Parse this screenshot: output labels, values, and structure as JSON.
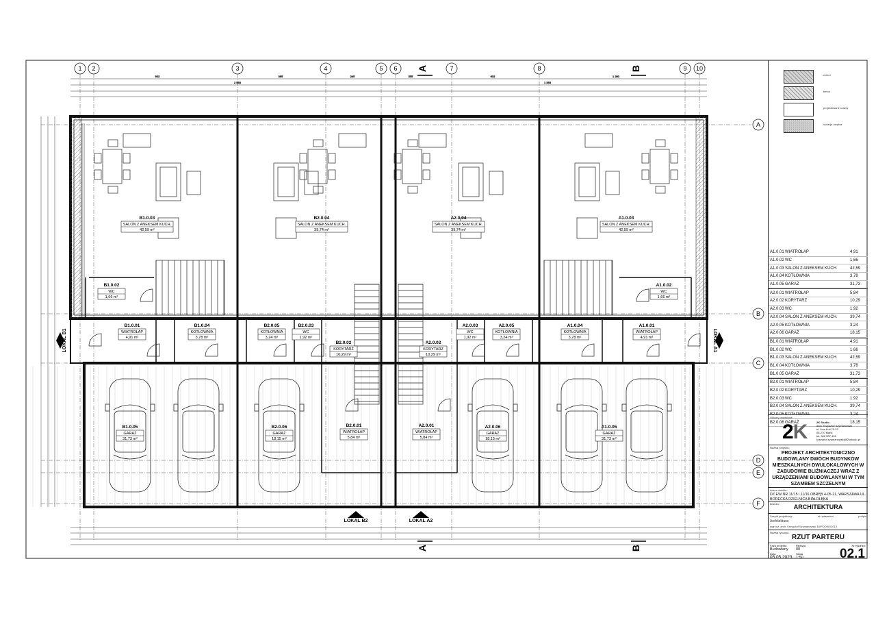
{
  "axes_top": [
    "1",
    "2",
    "3",
    "4",
    "5",
    "6",
    "7",
    "8",
    "9",
    "10"
  ],
  "axes_right": [
    "A",
    "B",
    "C",
    "D",
    "E",
    "F"
  ],
  "section_marks": [
    "A",
    "B"
  ],
  "dims_top": [
    "602",
    "395",
    "245",
    "355",
    "602",
    "1 260",
    "2 580",
    "1 260"
  ],
  "units": [
    {
      "label": "LOKAL B1"
    },
    {
      "label": "LOKAL A1"
    },
    {
      "label": "LOKAL B2"
    },
    {
      "label": "LOKAL A2"
    }
  ],
  "rooms": [
    {
      "code": "B1.0.03",
      "name": "SALON Z ANEKSEM KUCH.",
      "area": "42,59 m²"
    },
    {
      "code": "B2.0.04",
      "name": "SALON Z ANEKSEM KUCH.",
      "area": "39,74 m²"
    },
    {
      "code": "A2.0.04",
      "name": "SALON Z ANEKSEM KUCH.",
      "area": "39,74 m²"
    },
    {
      "code": "A1.0.03",
      "name": "SALON Z ANEKSEM KUCH.",
      "area": "42,59 m²"
    },
    {
      "code": "B1.0.02",
      "name": "WC",
      "area": "1,66 m²"
    },
    {
      "code": "A1.0.02",
      "name": "WC",
      "area": "1,66 m²"
    },
    {
      "code": "B1.0.01",
      "name": "WIATROŁAP",
      "area": "4,91 m²"
    },
    {
      "code": "B1.0.04",
      "name": "KOTŁOWNIA",
      "area": "3,78 m²"
    },
    {
      "code": "B2.0.05",
      "name": "KOTŁOWNIA",
      "area": "3,24 m²"
    },
    {
      "code": "B2.0.03",
      "name": "WC",
      "area": "1,92 m²"
    },
    {
      "code": "B2.0.02",
      "name": "KORYTARZ",
      "area": "10,29 m²"
    },
    {
      "code": "A2.0.02",
      "name": "KORYTARZ",
      "area": "10,29 m²"
    },
    {
      "code": "A2.0.03",
      "name": "WC",
      "area": "1,92 m²"
    },
    {
      "code": "A2.0.05",
      "name": "KOTŁOWNIA",
      "area": "3,24 m²"
    },
    {
      "code": "A1.0.04",
      "name": "KOTŁOWNIA",
      "area": "3,78 m²"
    },
    {
      "code": "A1.0.01",
      "name": "WIATROŁAP",
      "area": "4,91 m²"
    },
    {
      "code": "B1.0.05",
      "name": "GARAŻ",
      "area": "31,73 m²"
    },
    {
      "code": "B2.0.06",
      "name": "GARAŻ",
      "area": "18,15 m²"
    },
    {
      "code": "B2.0.01",
      "name": "WIATROŁAP",
      "area": "5,84 m²"
    },
    {
      "code": "A2.0.01",
      "name": "WIATROŁAP",
      "area": "5,84 m²"
    },
    {
      "code": "A2.0.06",
      "name": "GARAŻ",
      "area": "18,15 m²"
    },
    {
      "code": "A1.0.05",
      "name": "GARAŻ",
      "area": "31,73 m²"
    }
  ],
  "legend": [
    {
      "label": "żelbet",
      "color": "#d4d4d4"
    },
    {
      "label": "beton",
      "color": "#e2e2e2"
    },
    {
      "label": "projektowane ściany",
      "color": "#ffffff"
    },
    {
      "label": "izolacja cieplna",
      "color": "#cfcfcf"
    }
  ],
  "room_table": [
    [
      "A1.0.01",
      "WIATROŁAP",
      "4,91"
    ],
    [
      "A1.0.02",
      "WC",
      "1,66"
    ],
    [
      "A1.0.03",
      "SALON Z ANEKSEM KUCH.",
      "42,59"
    ],
    [
      "A1.0.04",
      "KOTŁOWNIA",
      "3,78"
    ],
    [
      "A1.0.05",
      "GARAŻ",
      "31,73"
    ],
    [
      "A2.0.01",
      "WIATROŁAP",
      "5,84"
    ],
    [
      "A2.0.02",
      "KORYTARZ",
      "10,29"
    ],
    [
      "A2.0.03",
      "WC",
      "1,92"
    ],
    [
      "A2.0.04",
      "SALON Z ANEKSEM KUCH.",
      "39,74"
    ],
    [
      "A2.0.05",
      "KOTŁOWNIA",
      "3,24"
    ],
    [
      "A2.0.06",
      "GARAŻ",
      "18,15"
    ],
    [
      "B1.0.01",
      "WIATROŁAP",
      "4,91"
    ],
    [
      "B1.0.02",
      "WC",
      "1,66"
    ],
    [
      "B1.0.03",
      "SALON Z ANEKSEM KUCH.",
      "42,59"
    ],
    [
      "B1.0.04",
      "KOTŁOWNIA",
      "3,78"
    ],
    [
      "B1.0.05",
      "GARAŻ",
      "31,73"
    ],
    [
      "B2.0.01",
      "WIATROŁAP",
      "5,84"
    ],
    [
      "B2.0.02",
      "KORYTARZ",
      "10,29"
    ],
    [
      "B2.0.03",
      "WC",
      "1,92"
    ],
    [
      "B2.0.04",
      "SALON Z ANEKSEM KUCH.",
      "39,74"
    ],
    [
      "B2.0.05",
      "KOTŁOWNIA",
      "3,24"
    ],
    [
      "B2.0.06",
      "GARAŻ",
      "18,15"
    ]
  ],
  "title_block": {
    "designer_label": "Główny projektant:",
    "logo": "2K",
    "studio": [
      "2K Studio",
      "arch. Krzysztof Szymanowski",
      "ul. Lisa Kuli 70-22",
      "05-270 Marki",
      "tel. 502 507 426",
      "krzysztof.szymanowski@2kstudio.pl"
    ],
    "project_label": "Nazwa projektu:",
    "project_name": "PROJEKT ARCHITEKTONICZNO BUDOWLANY DWÓCH BUDYNKÓW MIESZKALNYCH DWULOKALOWYCH W ZABUDOWIE BLIŹNIACZEJ WRAZ Z URZĄDZENIAMI BUDOWLANYMI W TYM SZAMBEM SZCZELNYM",
    "address_label": "Adres obiektu:",
    "address": "DZ.EW NR 11/15 i 11/16 OBRĘB 4-05-21, WARSZAWA UL. BORECKA DZIELNICA BIAŁOŁĘKA",
    "branch_label": "Branża:",
    "branch": "ARCHITEKTURA",
    "team_label": "Zespół projektowy:",
    "spec_label": "nr uprawnień",
    "sign_label": "podpis",
    "team_role": "Architektura:",
    "team_member": "mgr inż. arch. Krzysztof Szymanowski   18/PDOKK/2013",
    "drawing_label": "Nazwa rysunku:",
    "drawing_name": "RZUT PARTERU",
    "phase_label": "Faza projektu:",
    "phase": "Budowlany",
    "rev_label": "Rewizja",
    "rev": "00",
    "date_label": "Data",
    "date": "05.05.2023",
    "scale_label": "Skala",
    "scale": "1:50",
    "num_label": "Nr rysunku:",
    "num": "02.1"
  }
}
